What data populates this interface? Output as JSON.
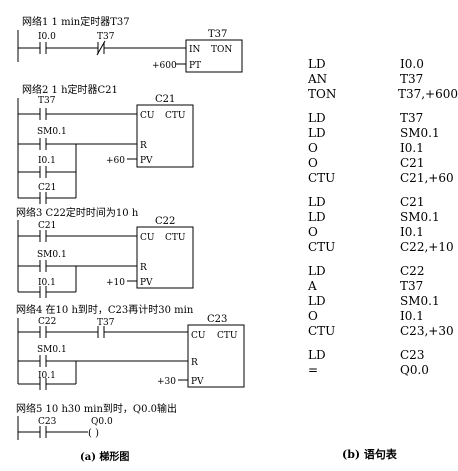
{
  "ladder": {
    "networks": [
      {
        "title": "网络1 1 min定时器T37",
        "contacts": [
          "I0.0",
          "T37"
        ],
        "box": {
          "name": "T37",
          "in": "IN",
          "type": "TON",
          "pt": "PT",
          "preset": "+600"
        }
      },
      {
        "title": "网络2 1 h定时器C21",
        "contacts": [
          "T37",
          "SM0.1",
          "I0.1",
          "C21"
        ],
        "box": {
          "name": "C21",
          "cu": "CU",
          "type": "CTU",
          "r": "R",
          "pv": "PV",
          "preset": "+60"
        }
      },
      {
        "title": "网络3 C22定时时间为10 h",
        "contacts": [
          "C21",
          "SM0.1",
          "I0.1"
        ],
        "box": {
          "name": "C22",
          "cu": "CU",
          "type": "CTU",
          "r": "R",
          "pv": "PV",
          "preset": "+10"
        }
      },
      {
        "title": "网络4 在10 h到时，C23再计时30 min",
        "contacts": [
          "C22",
          "T37",
          "SM0.1",
          "I0.1"
        ],
        "box": {
          "name": "C23",
          "cu": "CU",
          "type": "CTU",
          "r": "R",
          "pv": "PV",
          "preset": "+30"
        }
      },
      {
        "title": "网络5 10 h30 min到时，Q0.0输出",
        "contacts": [
          "C23"
        ],
        "coil": {
          "name": "Q0.0",
          "symbol": "( )"
        }
      }
    ],
    "caption": "(a) 梯形图"
  },
  "statements": {
    "groups": [
      [
        [
          "LD",
          "I0.0"
        ],
        [
          "AN",
          "T37"
        ],
        [
          "TON",
          "T37,+600"
        ]
      ],
      [
        [
          "LD",
          "T37"
        ],
        [
          "LD",
          "SM0.1"
        ],
        [
          "O",
          "I0.1"
        ],
        [
          "O",
          "C21"
        ],
        [
          "CTU",
          "C21,+60"
        ]
      ],
      [
        [
          "LD",
          "C21"
        ],
        [
          "LD",
          "SM0.1"
        ],
        [
          "O",
          "I0.1"
        ],
        [
          "CTU",
          "C22,+10"
        ]
      ],
      [
        [
          "LD",
          "C22"
        ],
        [
          "A",
          "T37"
        ],
        [
          "LD",
          "SM0.1"
        ],
        [
          "O",
          "I0.1"
        ],
        [
          "CTU",
          "C23,+30"
        ]
      ],
      [
        [
          "LD",
          "C23"
        ],
        [
          "=",
          "Q0.0"
        ]
      ]
    ],
    "caption": "(b) 语句表"
  }
}
